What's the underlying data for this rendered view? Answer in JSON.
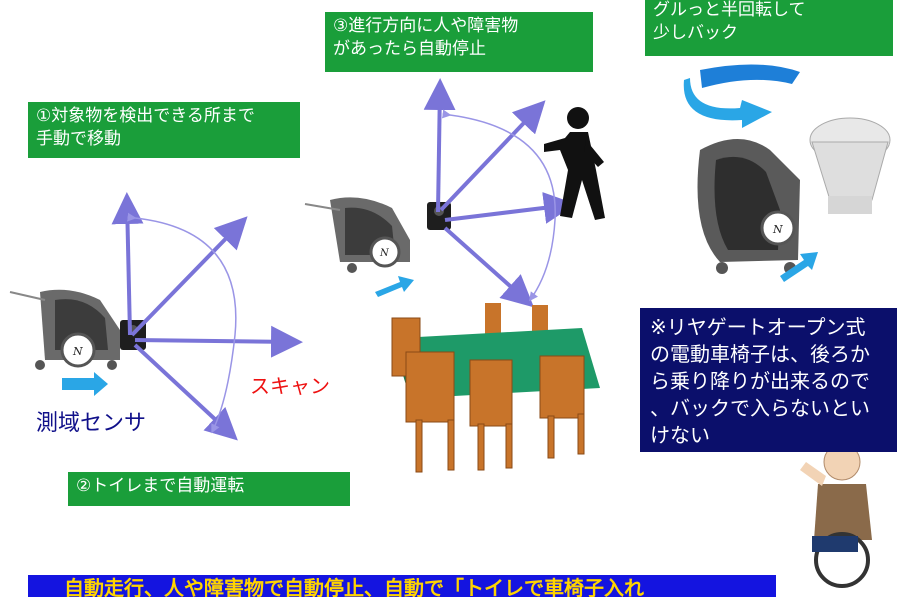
{
  "labels": {
    "step1": "①対象物を検出できる所まで\n手動で移動",
    "step2": "②トイレまで自動運転",
    "step3": "③進行方向に人や障害物\nがあったら自動停止",
    "turn": "グルっと半回転して\n少しバック",
    "note": "※リヤゲートオープン式\nの電動車椅子は、後ろか\nら乗り降りが出来るので\n、バックで入らないとい\nけない",
    "scan": "スキャン",
    "sensor": "測域センサ",
    "banner": "自動走行、人や障害物で自動停止、自動で「トイレで車椅子入れ"
  },
  "colors": {
    "green": "#1a9e3a",
    "navy": "#0b0f6b",
    "banner_bg": "#1414e0",
    "banner_text": "#ffd400",
    "scan_red": "#ee1111",
    "ray": "#7a74d8",
    "arrow_blue": "#2aa6e6"
  }
}
